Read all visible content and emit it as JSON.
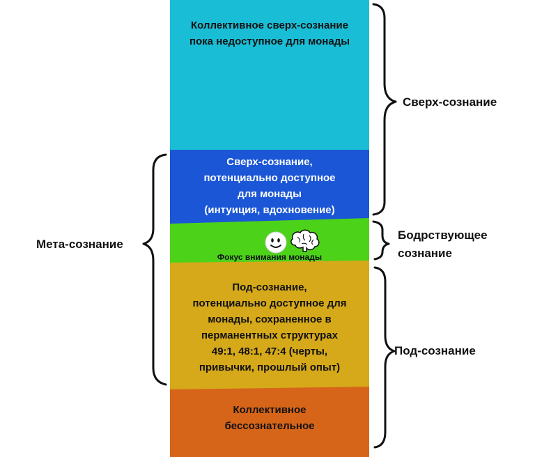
{
  "layers": [
    {
      "id": "collective-super",
      "text": "Коллективное сверх-сознание\nпока недоступное для монады",
      "color": "#1ABDD6"
    },
    {
      "id": "super-accessible",
      "text": "Сверх-сознание,\nпотенциально доступное\nдля монады\n(интуиция, вдохновение)",
      "color": "#1A56D6"
    },
    {
      "id": "awake",
      "text": "Фокус внимания монады",
      "color": "#4DD21A"
    },
    {
      "id": "sub",
      "text": "Под-сознание,\nпотенциально доступное для\nмонады, сохраненное в\nперманентных структурах\n49:1, 48:1, 47:4 (черты,\nпривычки, прошлый опыт)",
      "color": "#D6A91A"
    },
    {
      "id": "collective-unconscious",
      "text": "Коллективное\nбессознательное",
      "color": "#D6651A"
    }
  ],
  "labels": {
    "super": "Сверх-сознание",
    "awake": "Бодрствующее\nсознание",
    "sub": "Под-сознание",
    "meta": "Мета-сознание"
  },
  "icons": [
    "smiley-face-icon",
    "brain-icon"
  ]
}
